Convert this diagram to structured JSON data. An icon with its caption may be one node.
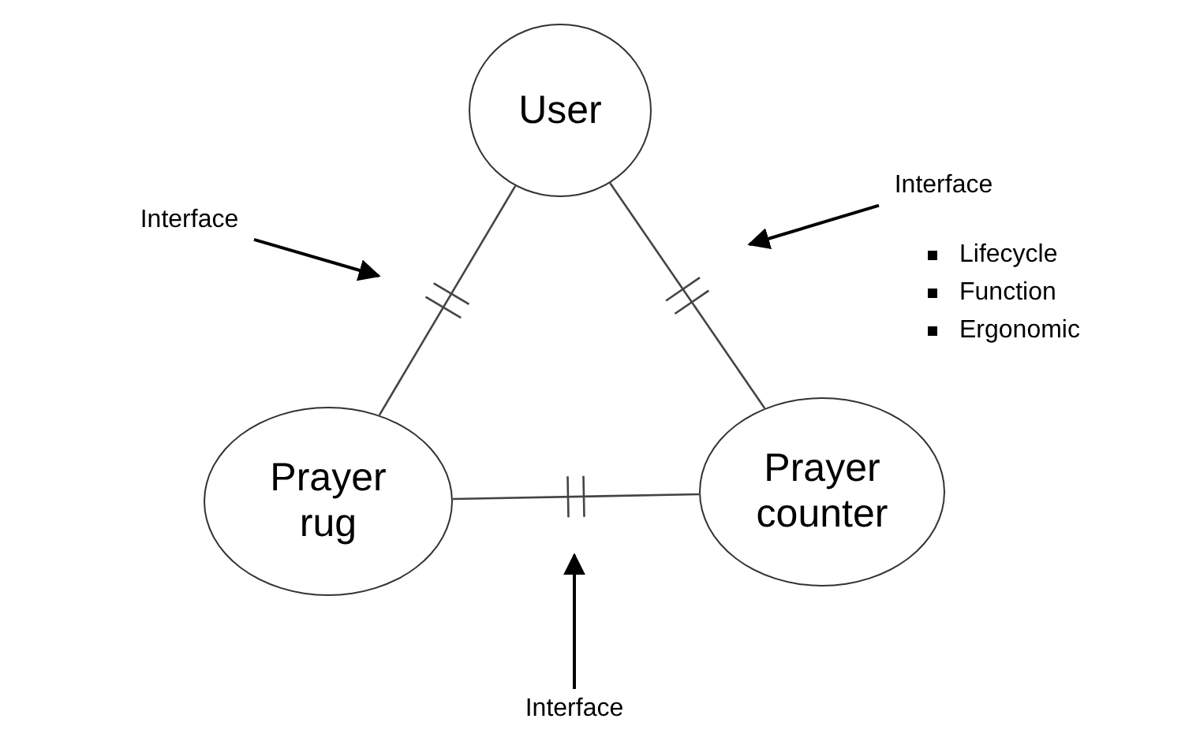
{
  "diagram": {
    "nodes": [
      {
        "text": [
          "User"
        ]
      },
      {
        "text": [
          "Prayer rug"
        ]
      },
      {
        "text": [
          "Prayer counter"
        ]
      },
      {
        "text": [
          "Interface"
        ]
      },
      {
        "text": [
          "Interface"
        ]
      },
      {
        "text": [
          "Interface"
        ]
      }
    ],
    "edges": [
      {
        "from": 0,
        "to": 1,
        "arrow": "none"
      },
      {
        "from": 0,
        "to": 2,
        "arrow": "none"
      },
      {
        "from": 1,
        "to": 2,
        "arrow": "none"
      },
      {
        "from": 3,
        "to": null,
        "arrow": "to"
      },
      {
        "from": 4,
        "to": null,
        "arrow": "to"
      },
      {
        "from": 5,
        "to": null,
        "arrow": "to"
      }
    ],
    "labels": [
      "Lifecycle",
      "Function",
      "Ergonomic"
    ]
  }
}
